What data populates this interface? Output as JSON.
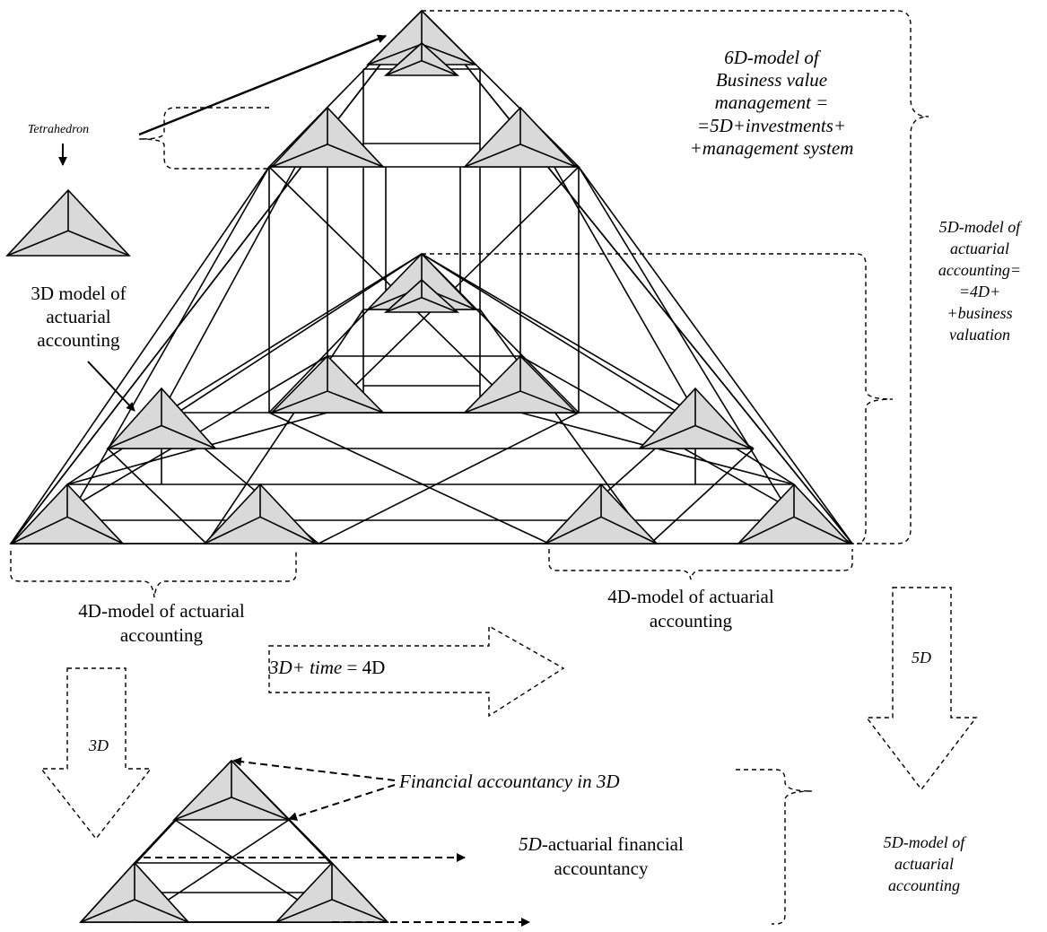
{
  "labels": {
    "tetrahedron": "Tetrahedron",
    "model_6d": [
      "6D-model of",
      "Business value",
      "management =",
      "=5D+investments+",
      "+management system"
    ],
    "model_5d_actuarial": [
      "5D-model of",
      "actuarial",
      "accounting=",
      "=4D+",
      "+business",
      "valuation"
    ],
    "model_3d": [
      "3D model of",
      "actuarial",
      "accounting"
    ],
    "model_4d_left": [
      "4D-model of actuarial",
      "accounting"
    ],
    "model_4d_right": [
      "4D-model of actuarial",
      "accounting"
    ],
    "time_formula": {
      "italic": "3D+ time",
      "rest": " = 4D"
    },
    "arrow_5d": "5D",
    "arrow_3d": "3D",
    "financial_3d": "Financial accountancy in 3D",
    "financial_5d": {
      "italic": "5D",
      "rest": "-actuarial financial",
      "line2": "accountancy"
    },
    "model_5d_bottom": [
      "5D-model of",
      "actuarial",
      "accounting"
    ]
  },
  "colors": {
    "tetra_fill": "#d9d9d9",
    "line": "#000000"
  }
}
